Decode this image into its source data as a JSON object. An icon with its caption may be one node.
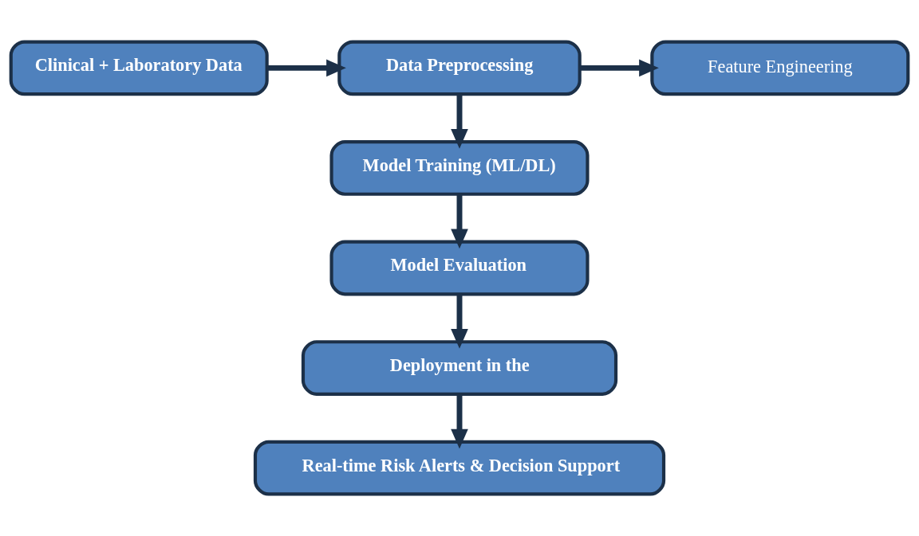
{
  "diagram": {
    "nodes": [
      {
        "text": [
          "Clinical + Laboratory Data"
        ]
      },
      {
        "text": [
          "Data Preprocessing"
        ]
      },
      {
        "text": [
          "Feature Engineering"
        ]
      },
      {
        "text": [
          "Model Training (ML/DL)"
        ]
      },
      {
        "text": [
          "Model Evaluation"
        ]
      },
      {
        "text": [
          "Deployment in the"
        ]
      },
      {
        "text": [
          "Real-time Risk Alerts & Decision Support"
        ]
      }
    ],
    "edges": [
      {
        "from": 0,
        "to": 1,
        "arrow": "to"
      },
      {
        "from": 1,
        "to": 2,
        "arrow": "to"
      },
      {
        "from": 1,
        "to": 3,
        "arrow": "to"
      },
      {
        "from": 3,
        "to": 4,
        "arrow": "to"
      },
      {
        "from": 4,
        "to": 5,
        "arrow": "to"
      },
      {
        "from": 5,
        "to": 6,
        "arrow": "to"
      }
    ]
  }
}
